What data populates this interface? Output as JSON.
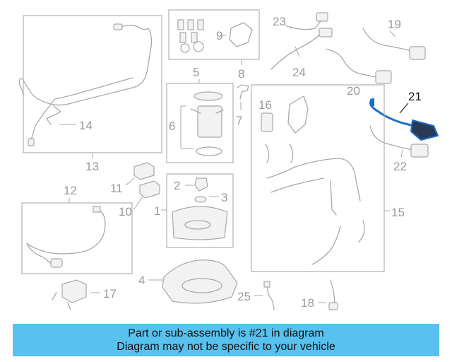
{
  "callouts": [
    "1",
    "2",
    "3",
    "4",
    "5",
    "6",
    "7",
    "8",
    "9",
    "10",
    "11",
    "12",
    "13",
    "14",
    "15",
    "16",
    "17",
    "18",
    "19",
    "20",
    "21",
    "22",
    "23",
    "24",
    "25"
  ],
  "highlighted_callout": "21",
  "colors": {
    "highlight_part": "#1a6fd1",
    "banner": "#57c1ef",
    "line_art": "#a8a8a8"
  },
  "banner": {
    "line1": "Part or sub-assembly is #21 in diagram",
    "line2": "Diagram may not be specific to your vehicle"
  }
}
